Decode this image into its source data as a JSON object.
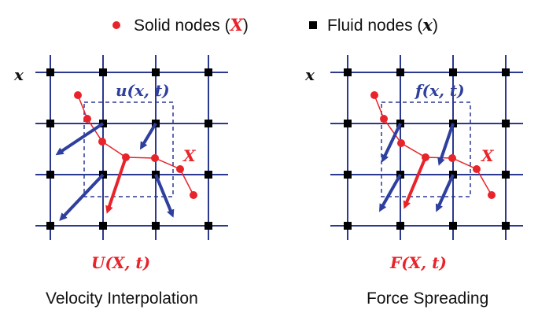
{
  "colors": {
    "grid": "#2b3990",
    "solid": "#e8232a",
    "fluid": "#000000",
    "arrow_blue": "#2e3f9e",
    "arrow_red": "#e8232a",
    "text": "#111111"
  },
  "legend": {
    "solid_label": "Solid nodes (",
    "solid_sym": "X",
    "solid_close": ")",
    "fluid_label": "Fluid nodes (",
    "fluid_sym": "x",
    "fluid_close": ")"
  },
  "left": {
    "axis_sym": "x",
    "field_sym": "u",
    "field_args": "(x, t)",
    "node_sym": "X",
    "bottom_sym": "U",
    "bottom_args": "(X, t)",
    "caption": "Velocity Interpolation"
  },
  "right": {
    "axis_sym": "x",
    "field_sym": "f",
    "field_args": "(x, t)",
    "node_sym": "X",
    "bottom_sym": "F",
    "bottom_args": "(X, t)",
    "caption": "Force Spreading"
  }
}
